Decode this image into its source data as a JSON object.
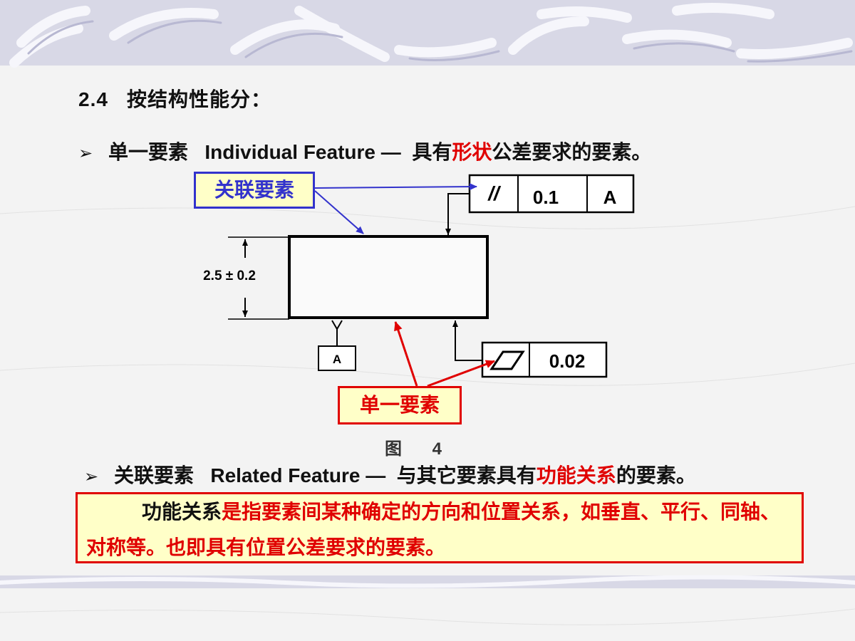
{
  "heading": {
    "number": "2.4",
    "text": "按结构性能分："
  },
  "bullet1": {
    "marker": "➢",
    "term": "单一要素",
    "english": "Individual Feature —",
    "def_before": "具有",
    "def_highlight": "形状",
    "def_after": "公差要求的要素。"
  },
  "diagram": {
    "related_label": "关联要素",
    "single_label": "单一要素",
    "dimension": "2.5 ± 0.2",
    "datum_letter": "A",
    "parallelism_frame": {
      "symbol": "//",
      "tolerance": "0.1",
      "datum": "A"
    },
    "flatness_frame": {
      "tolerance": "0.02"
    },
    "caption": "图 4"
  },
  "bullet2": {
    "marker": "➢",
    "term": "关联要素",
    "english": "Related Feature —",
    "def_before": "与其它要素具有",
    "def_highlight": "功能关系",
    "def_after": "的要素。"
  },
  "note": {
    "lead": "功能关系",
    "text": "是指要素间某种确定的方向和位置关系，如垂直、平行、同轴、对称等。也即具有位置公差要求的要素。"
  },
  "colors": {
    "red": "#e00000",
    "blue": "#3333cc",
    "highlight_bg": "#ffffc8"
  }
}
